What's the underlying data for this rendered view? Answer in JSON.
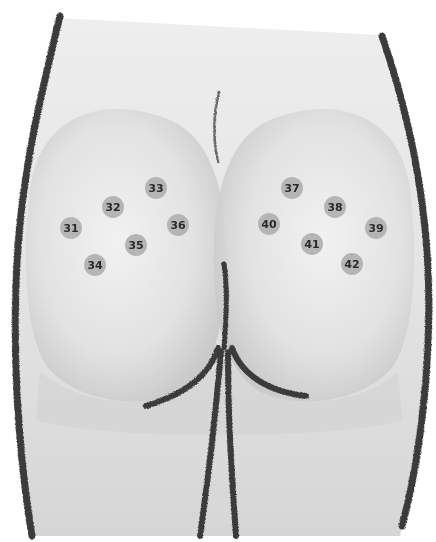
{
  "figure": {
    "points": [
      {
        "id": "31",
        "label": "31"
      },
      {
        "id": "32",
        "label": "32"
      },
      {
        "id": "33",
        "label": "33"
      },
      {
        "id": "34",
        "label": "34"
      },
      {
        "id": "35",
        "label": "35"
      },
      {
        "id": "36",
        "label": "36"
      },
      {
        "id": "37",
        "label": "37"
      },
      {
        "id": "38",
        "label": "38"
      },
      {
        "id": "39",
        "label": "39"
      },
      {
        "id": "40",
        "label": "40"
      },
      {
        "id": "41",
        "label": "41"
      },
      {
        "id": "42",
        "label": "42"
      }
    ],
    "colors": {
      "background": "#ffffff",
      "skin": "#dcdcdc",
      "outline": "#3a3a3a",
      "point_fill": "#b5b5b5",
      "label": "#2a2a2a"
    }
  }
}
